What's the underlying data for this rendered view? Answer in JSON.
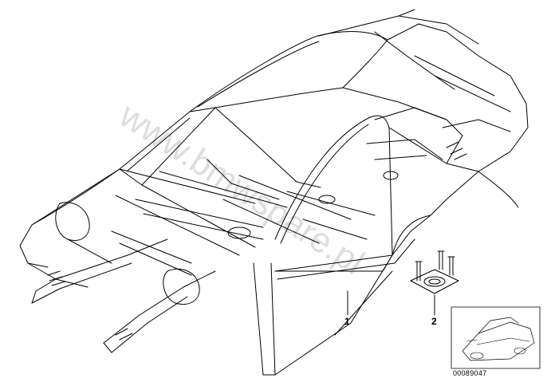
{
  "callouts": {
    "body_in_white": "1",
    "mounting_plate": "2"
  },
  "thumbnail": {
    "part_number": "00089047"
  },
  "watermark": {
    "text": "www.bmwspare.pl"
  },
  "colors": {
    "line": "#000000",
    "background": "#ffffff"
  }
}
